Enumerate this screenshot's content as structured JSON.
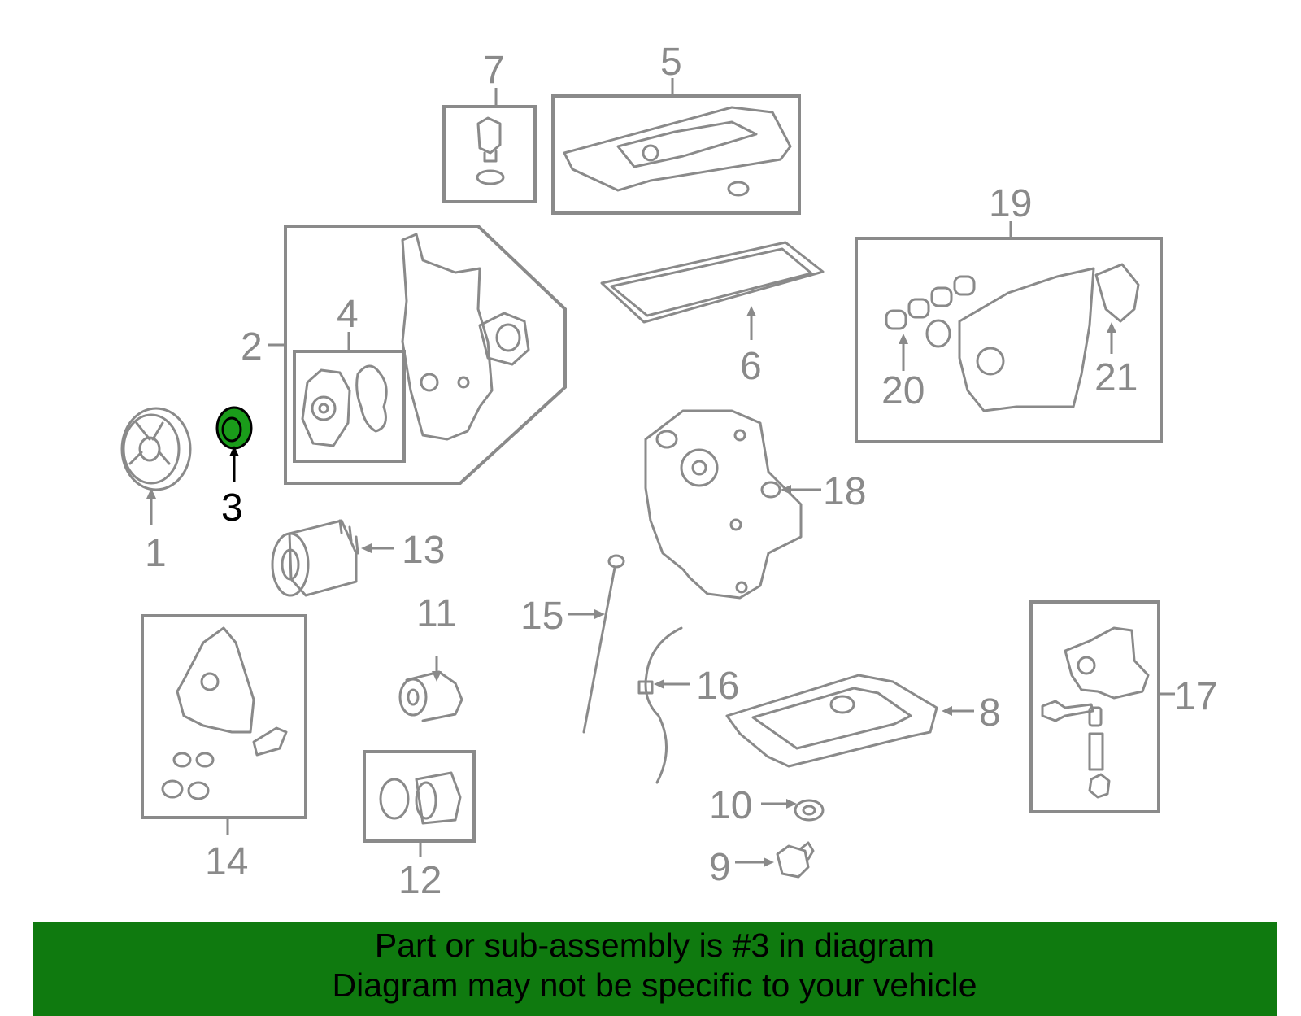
{
  "callouts": [
    "1",
    "2",
    "3",
    "4",
    "5",
    "6",
    "7",
    "8",
    "9",
    "10",
    "11",
    "12",
    "13",
    "14",
    "15",
    "16",
    "17",
    "18",
    "19",
    "20",
    "21"
  ],
  "highlighted_callout": "3",
  "colors": {
    "line": "#8a8a8a",
    "highlight_part": "#1a9c1a",
    "banner_bg": "#0f7a0f",
    "text_dark": "#000000"
  },
  "banner": {
    "line1": "Part or sub-assembly is #3 in diagram",
    "line2": "Diagram may not be specific to your vehicle"
  }
}
